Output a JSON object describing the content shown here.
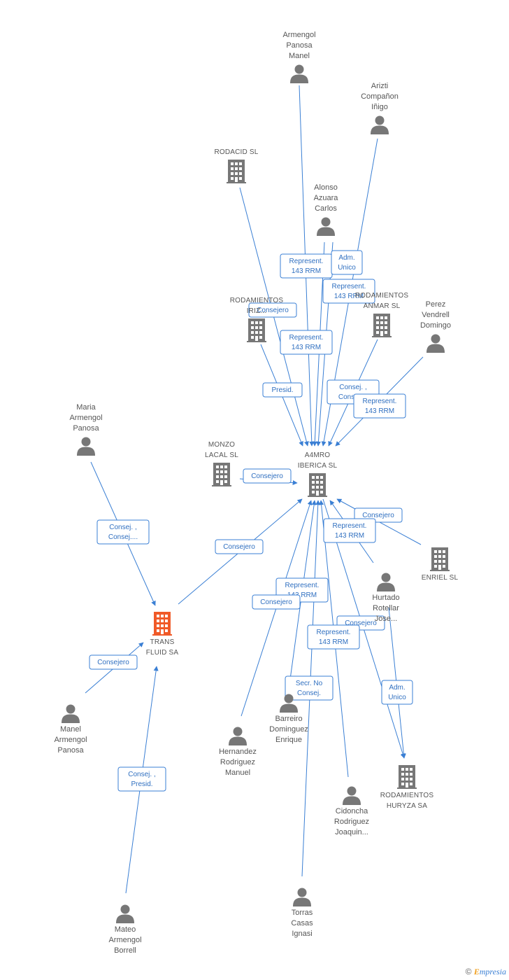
{
  "colors": {
    "edge": "#3a7fd4",
    "person": "#777777",
    "company": "#777777",
    "focus": "#f05a28"
  },
  "nodes": [
    {
      "id": "armengol_panosa_manel",
      "type": "person",
      "label": [
        "Armengol",
        "Panosa",
        "Manel"
      ]
    },
    {
      "id": "arizti",
      "type": "person",
      "label": [
        "Arizti",
        "Compañon",
        "Iñigo"
      ]
    },
    {
      "id": "rodacid",
      "type": "company",
      "label": [
        "RODACID SL"
      ]
    },
    {
      "id": "alonso",
      "type": "person",
      "label": [
        "Alonso",
        "Azuara",
        "Carlos"
      ]
    },
    {
      "id": "rod_iriz",
      "type": "company",
      "label": [
        "RODAMIENTOS",
        "IRIZ..."
      ]
    },
    {
      "id": "rod_anmar",
      "type": "company",
      "label": [
        "RODAMIENTOS",
        "ANMAR SL"
      ]
    },
    {
      "id": "perez",
      "type": "person",
      "label": [
        "Perez",
        "Vendrell",
        "Domingo"
      ]
    },
    {
      "id": "maria",
      "type": "person",
      "label": [
        "Maria",
        "Armengol",
        "Panosa"
      ]
    },
    {
      "id": "monzo",
      "type": "company",
      "label": [
        "MONZO",
        "LACAL SL"
      ]
    },
    {
      "id": "a4mro",
      "type": "company",
      "label": [
        "A4MRO",
        "IBERICA SL"
      ]
    },
    {
      "id": "enriel",
      "type": "company",
      "label": [
        "ENRIEL SL"
      ]
    },
    {
      "id": "hurtado",
      "type": "person",
      "label": [
        "Hurtado",
        "Rotellar",
        "Jose..."
      ]
    },
    {
      "id": "trans",
      "type": "focus",
      "label": [
        "TRANS",
        "FLUID SA"
      ]
    },
    {
      "id": "manel_ap",
      "type": "person",
      "label": [
        "Manel",
        "Armengol",
        "Panosa"
      ]
    },
    {
      "id": "barreiro",
      "type": "person",
      "label": [
        "Barreiro",
        "Dominguez",
        "Enrique"
      ]
    },
    {
      "id": "hernandez",
      "type": "person",
      "label": [
        "Hernandez",
        "Rodriguez",
        "Manuel"
      ]
    },
    {
      "id": "rod_huryza",
      "type": "company",
      "label": [
        "RODAMIENTOS",
        "HURYZA SA"
      ]
    },
    {
      "id": "cidoncha",
      "type": "person",
      "label": [
        "Cidoncha",
        "Rodriguez",
        "Joaquin..."
      ]
    },
    {
      "id": "torras",
      "type": "person",
      "label": [
        "Torras",
        "Casas",
        "Ignasi"
      ]
    },
    {
      "id": "mateo",
      "type": "person",
      "label": [
        "Mateo",
        "Armengol",
        "Borrell"
      ]
    }
  ],
  "relations": [
    {
      "from": "armengol_panosa_manel",
      "to": "a4mro",
      "label": [
        "Represent.",
        "143 RRM"
      ]
    },
    {
      "from": "arizti",
      "to": "a4mro",
      "label": [
        "Represent.",
        "143 RRM"
      ]
    },
    {
      "from": "alonso",
      "to": "a4mro",
      "label": [
        "Adm.",
        "Unico"
      ]
    },
    {
      "from": "alonso",
      "to": "a4mro",
      "label": [
        "Represent.",
        "143 RRM"
      ]
    },
    {
      "from": "rodacid",
      "to": "a4mro",
      "label": [
        "Consejero"
      ]
    },
    {
      "from": "rod_iriz",
      "to": "a4mro",
      "label": [
        "Presid."
      ]
    },
    {
      "from": "rod_anmar",
      "to": "a4mro",
      "label": [
        "Consej. ,",
        "Consej...."
      ]
    },
    {
      "from": "perez",
      "to": "a4mro",
      "label": [
        "Represent.",
        "143 RRM"
      ]
    },
    {
      "from": "monzo",
      "to": "a4mro",
      "label": [
        "Consejero"
      ]
    },
    {
      "from": "maria",
      "to": "trans",
      "label": [
        "Consej. ,",
        "Consej...."
      ]
    },
    {
      "from": "trans",
      "to": "a4mro",
      "label": [
        "Consejero"
      ]
    },
    {
      "from": "enriel",
      "to": "a4mro",
      "label": [
        "Consejero"
      ]
    },
    {
      "from": "hurtado",
      "to": "a4mro",
      "label": [
        "Represent.",
        "143 RRM"
      ]
    },
    {
      "from": "hurtado",
      "to": "rod_huryza",
      "label": [
        "Consejero"
      ]
    },
    {
      "from": "manel_ap",
      "to": "trans",
      "label": [
        "Consejero"
      ]
    },
    {
      "from": "barreiro",
      "to": "a4mro",
      "label": [
        "Represent.",
        "143 RRM"
      ]
    },
    {
      "from": "hernandez",
      "to": "a4mro",
      "label": [
        "Consejero"
      ]
    },
    {
      "from": "cidoncha",
      "to": "a4mro",
      "label": [
        "Represent.",
        "143 RRM"
      ]
    },
    {
      "from": "torras",
      "to": "a4mro",
      "label": [
        "Secr.  No",
        "Consej."
      ]
    },
    {
      "from": "a4mro",
      "to": "rod_huryza",
      "label": [
        "Adm.",
        "Unico"
      ]
    },
    {
      "from": "mateo",
      "to": "trans",
      "label": [
        "Consej. ,",
        "Presid."
      ]
    }
  ],
  "footer": {
    "copyright": "©",
    "brand_initial": "E",
    "brand_rest": "mpresia"
  }
}
